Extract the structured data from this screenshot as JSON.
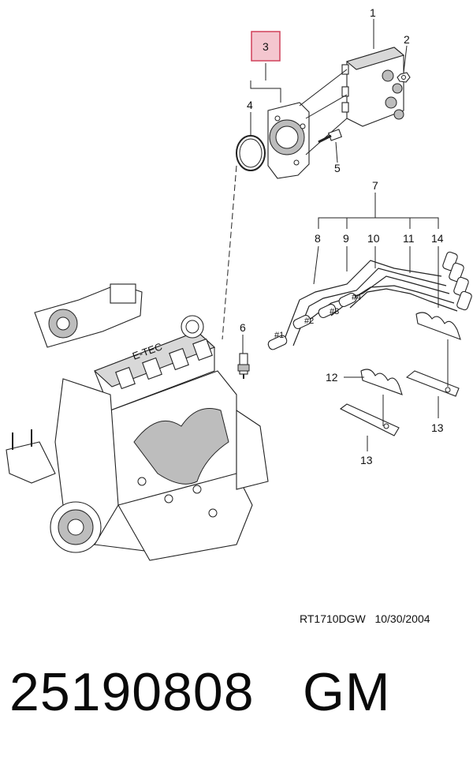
{
  "diagram": {
    "callouts": {
      "c1": "1",
      "c2": "2",
      "c3": "3",
      "c4": "4",
      "c5": "5",
      "c6": "6",
      "c7": "7",
      "c8": "8",
      "c9": "9",
      "c10": "10",
      "c11": "11",
      "c14": "14",
      "c12": "12",
      "c13a": "13",
      "c13b": "13"
    },
    "cylinder_marks": {
      "m1": "#1",
      "m2": "#2",
      "m3": "#3",
      "m4": "#4"
    },
    "engine_label": "E-TEC",
    "highlight_color": "#f4c6cf",
    "highlight_border": "#d0405a",
    "reference": {
      "code": "RT1710DGW",
      "date": "10/30/2004"
    }
  },
  "footer": {
    "part_number": "25190808",
    "maker": "GM"
  }
}
